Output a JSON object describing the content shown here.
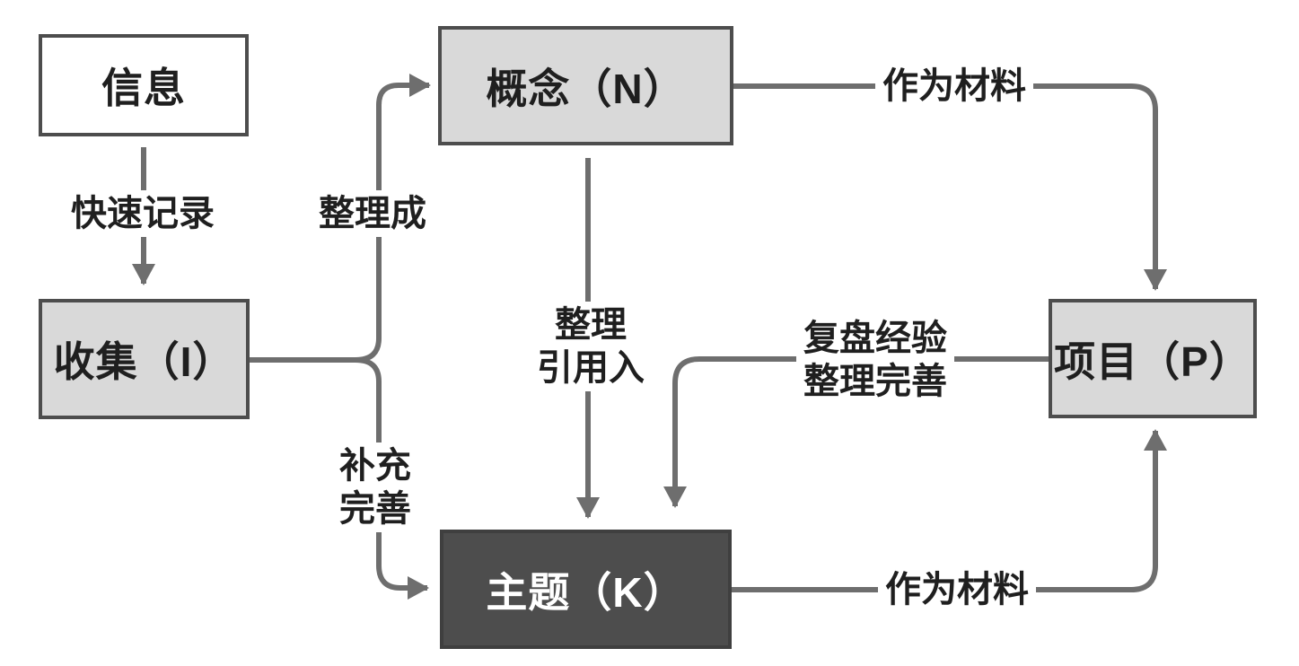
{
  "diagram": {
    "type": "flowchart",
    "nodes": {
      "info": {
        "label": "信息"
      },
      "collect": {
        "label": "收集（I）"
      },
      "concept": {
        "label": "概念（N）"
      },
      "project": {
        "label": "项目（P）"
      },
      "topic": {
        "label": "主题（K）"
      }
    },
    "edges": {
      "quick_record": {
        "label": "快速记录",
        "from": "信息",
        "to": "收集（I）"
      },
      "organize_into": {
        "label": "整理成",
        "from": "收集（I）",
        "to": "概念（N）"
      },
      "as_material_top": {
        "label": "作为材料",
        "from": "概念（N）",
        "to": "项目（P）"
      },
      "organize_cite_into": {
        "label": "整理\n引用入",
        "from": "概念（N）",
        "to": "主题（K）"
      },
      "supplement_improve": {
        "label": "补充\n完善",
        "from": "收集（I）",
        "to": "主题（K）"
      },
      "review_experience": {
        "label": "复盘经验\n整理完善",
        "from": "项目（P）",
        "to": "主题（K）"
      },
      "as_material_bottom": {
        "label": "作为材料",
        "from": "主题（K）",
        "to": "项目（P）"
      }
    },
    "colors": {
      "background": "#ffffff",
      "connector": "#6e6e6e",
      "box_border": "#4d4d4d",
      "light_box_fill": "#d9d9d9",
      "white_box_fill": "#ffffff",
      "dark_box_fill": "#4d4d4d",
      "dark_box_text": "#ffffff",
      "label_text": "#1f1f1f"
    }
  }
}
